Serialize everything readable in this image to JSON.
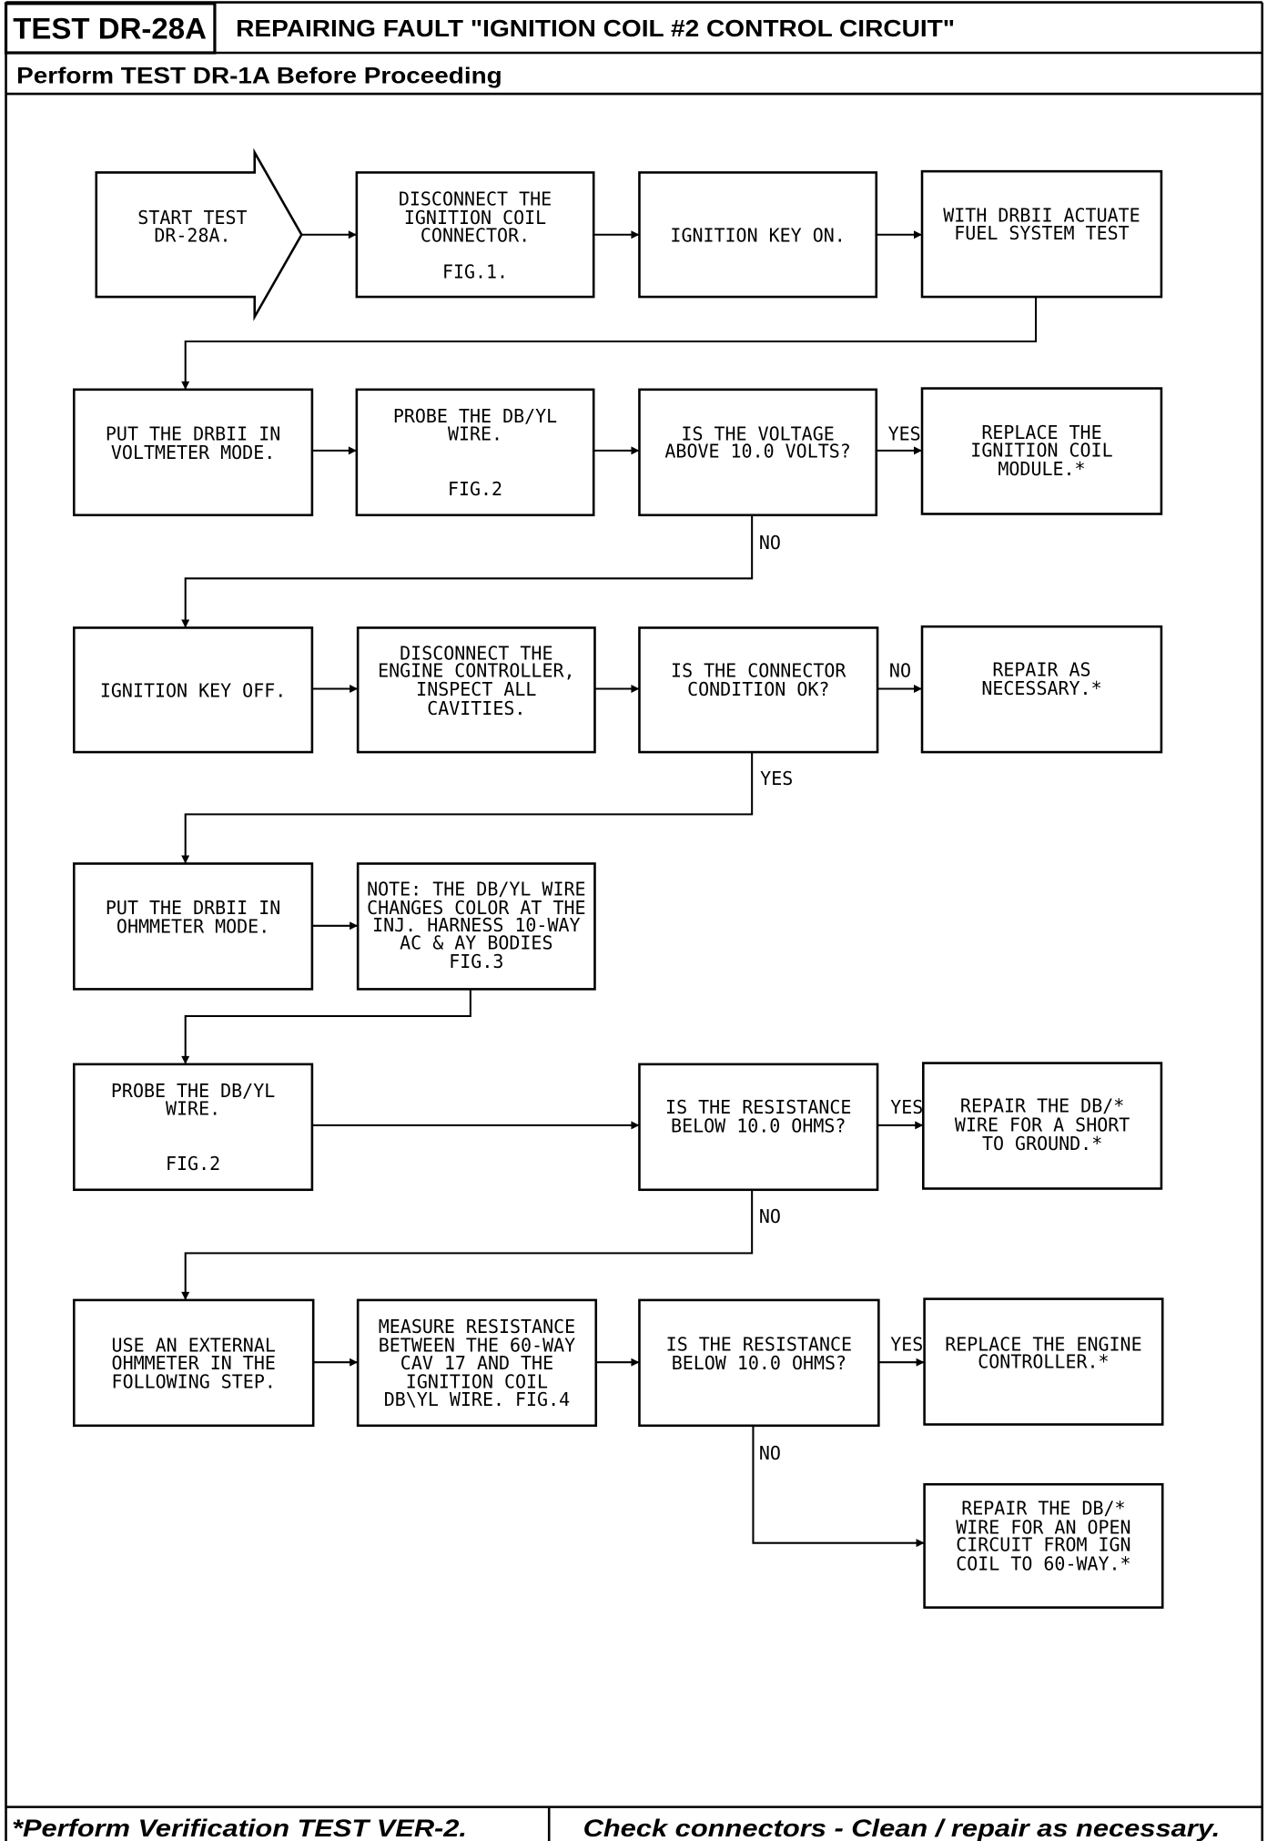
{
  "header": {
    "test_id": "TEST DR-28A",
    "title": "REPAIRING FAULT \"IGNITION COIL #2 CONTROL CIRCUIT\"",
    "prerequisite": "Perform TEST DR-1A Before Proceeding"
  },
  "flowchart": {
    "nodes": {
      "start": [
        "START TEST",
        "DR-28A."
      ],
      "disconnect_coil": [
        "DISCONNECT THE",
        "IGNITION COIL",
        "CONNECTOR.",
        "FIG.1."
      ],
      "key_on": [
        "IGNITION KEY ON."
      ],
      "actuate": [
        "WITH DRBII ACTUATE",
        "FUEL SYSTEM TEST"
      ],
      "voltmeter": [
        "PUT THE DRBII IN",
        "VOLTMETER MODE."
      ],
      "probe1": [
        "PROBE THE DB/YL",
        "WIRE.",
        "FIG.2"
      ],
      "voltage_q": [
        "IS THE VOLTAGE",
        "ABOVE 10.0 VOLTS?"
      ],
      "replace_coil": [
        "REPLACE THE",
        "IGNITION COIL",
        "MODULE.*"
      ],
      "key_off": [
        "IGNITION KEY OFF."
      ],
      "disconnect_ctrl": [
        "DISCONNECT THE",
        "ENGINE CONTROLLER,",
        "INSPECT ALL",
        "CAVITIES."
      ],
      "connector_q": [
        "IS THE CONNECTOR",
        "CONDITION OK?"
      ],
      "repair_nec": [
        "REPAIR AS",
        "NECESSARY.*"
      ],
      "ohmmeter": [
        "PUT THE DRBII IN",
        "OHMMETER MODE."
      ],
      "note": [
        "NOTE: THE DB/YL WIRE",
        "CHANGES COLOR AT THE",
        "INJ. HARNESS 10-WAY",
        "AC & AY BODIES",
        "FIG.3"
      ],
      "probe2": [
        "PROBE THE DB/YL",
        "WIRE.",
        "FIG.2"
      ],
      "resistance_q1": [
        "IS THE RESISTANCE",
        "BELOW 10.0 OHMS?"
      ],
      "repair_short": [
        "REPAIR THE DB/*",
        "WIRE FOR A SHORT",
        "TO GROUND.*"
      ],
      "external": [
        "USE AN EXTERNAL",
        "OHMMETER IN THE",
        "FOLLOWING STEP."
      ],
      "measure": [
        "MEASURE RESISTANCE",
        "BETWEEN THE 60-WAY",
        "CAV 17 AND THE",
        "IGNITION COIL",
        "DB\\YL WIRE. FIG.4"
      ],
      "resistance_q2": [
        "IS THE RESISTANCE",
        "BELOW 10.0 OHMS?"
      ],
      "replace_ctrl": [
        "REPLACE THE ENGINE",
        "CONTROLLER.*"
      ],
      "repair_open": [
        "REPAIR THE DB/*",
        "WIRE FOR AN OPEN",
        "CIRCUIT FROM IGN",
        "COIL TO 60-WAY.*"
      ]
    },
    "edge_labels": {
      "voltage_yes": "YES",
      "voltage_no": "NO",
      "connector_no": "NO",
      "connector_yes": "YES",
      "resistance1_yes": "YES",
      "resistance1_no": "NO",
      "resistance2_yes": "YES",
      "resistance2_no": "NO"
    }
  },
  "footer": {
    "verification_note": "*Perform Verification TEST VER-2.",
    "connector_note": "Check connectors - Clean / repair as necessary."
  }
}
